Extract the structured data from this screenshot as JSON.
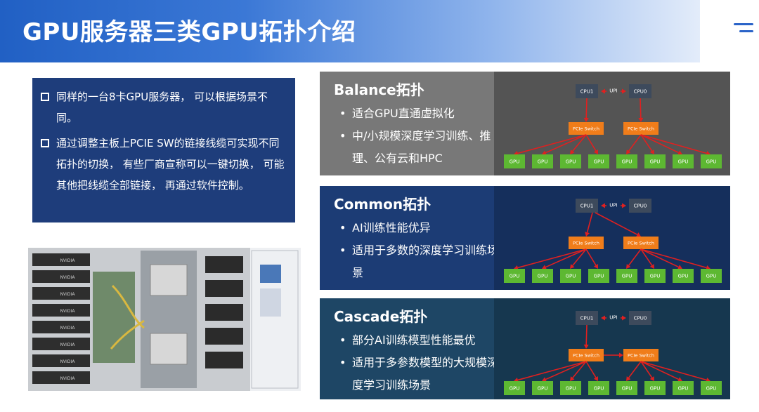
{
  "header": {
    "title": "GPU服务器三类GPU拓扑介绍"
  },
  "intro": {
    "paragraphs": [
      "同样的一台8卡GPU服务器， 可以根据场景不同。",
      "通过调整主板上PCIE SW的链接线缆可实现不同拓扑的切换， 有些厂商宣称可以一键切换， 可能其他把线缆全部链接， 再通过软件控制。"
    ]
  },
  "server_photo": {
    "card_label": "NVIDIA"
  },
  "labels": {
    "cpu1": "CPU1",
    "cpu0": "CPU0",
    "upi": "UPI",
    "pcie": "PCIe Switch",
    "gpu": "GPU"
  },
  "colors": {
    "cpu": "#3d4a5c",
    "switch": "#f07d1a",
    "gpu": "#5db832",
    "arrow": "#e02020",
    "title_blue": "#2160c4"
  },
  "topologies": [
    {
      "id": "balance",
      "title": "Balance拓扑",
      "bullets": [
        "适合GPU直通虚拟化",
        "中/小规模深度学习训练、推理、公有云和HPC"
      ]
    },
    {
      "id": "common",
      "title": "Common拓扑",
      "bullets": [
        "AI训练性能优异",
        "适用于多数的深度学习训练场景"
      ]
    },
    {
      "id": "cascade",
      "title": "Cascade拓扑",
      "bullets": [
        "部分AI训练模型性能最优",
        "适用于多参数模型的大规模深度学习训练场景"
      ]
    }
  ]
}
